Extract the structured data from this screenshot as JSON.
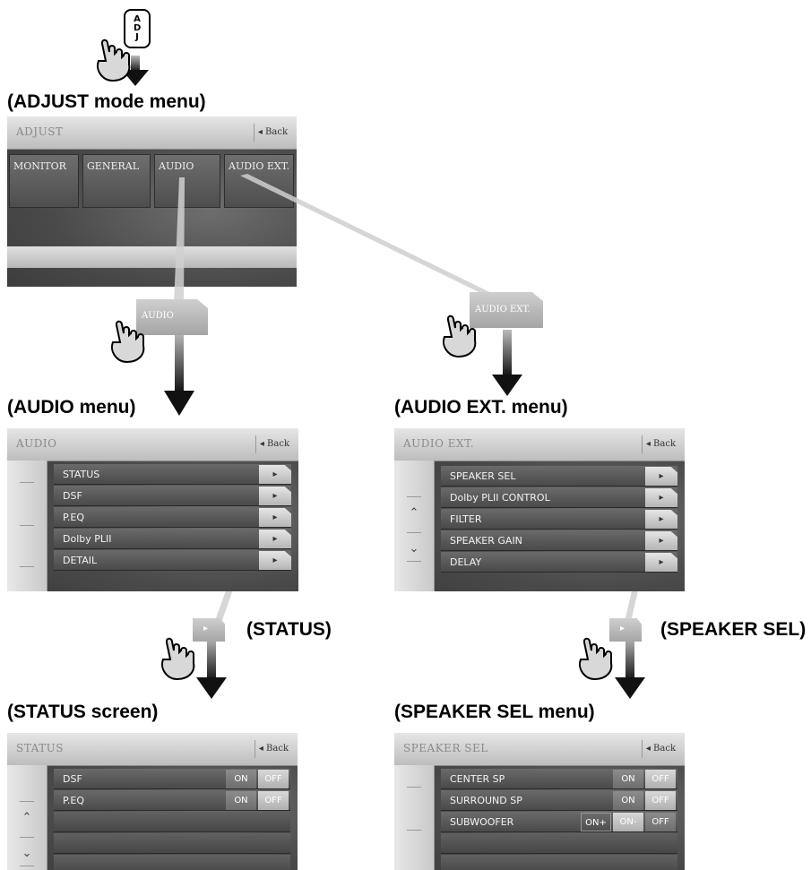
{
  "captions": {
    "adjust": "(ADJUST mode menu)",
    "audio": "(AUDIO menu)",
    "audio_ext": "(AUDIO EXT. menu)",
    "status_label": "(STATUS)",
    "speaker_sel_label": "(SPEAKER SEL)",
    "status_screen": "(STATUS screen)",
    "speaker_sel_menu": "(SPEAKER SEL menu)"
  },
  "adj_key": "ADJ",
  "adjust_panel": {
    "title": "ADJUST",
    "back": "◂ Back",
    "tabs": [
      "MONITOR",
      "GENERAL",
      "AUDIO",
      "AUDIO EXT."
    ]
  },
  "callouts": {
    "audio": "AUDIO",
    "audio_ext": "AUDIO EXT.",
    "arrow_glyph": "▸"
  },
  "audio_panel": {
    "title": "AUDIO",
    "back": "◂ Back",
    "items": [
      "STATUS",
      "DSF",
      "P.EQ",
      "Dolby PLII",
      "DETAIL"
    ]
  },
  "audio_ext_panel": {
    "title": "AUDIO EXT.",
    "back": "◂ Back",
    "items": [
      "SPEAKER SEL",
      "Dolby PLII CONTROL",
      "FILTER",
      "SPEAKER GAIN",
      "DELAY"
    ]
  },
  "status_panel": {
    "title": "STATUS",
    "back": "◂ Back",
    "rows": [
      {
        "label": "DSF",
        "on": "ON",
        "off": "OFF"
      },
      {
        "label": "P.EQ",
        "on": "ON",
        "off": "OFF"
      }
    ]
  },
  "speaker_panel": {
    "title": "SPEAKER SEL",
    "back": "◂ Back",
    "rows": [
      {
        "label": "CENTER SP",
        "on": "ON",
        "off": "OFF"
      },
      {
        "label": "SURROUND SP",
        "on": "ON",
        "off": "OFF"
      },
      {
        "label": "SUBWOOFER",
        "on_plus": "ON+",
        "on_minus": "ON-",
        "off": "OFF"
      }
    ]
  },
  "colors": {
    "panel_dark": "#4a4a4a",
    "titlebar": "#d0d0d0",
    "arrow": "#000000"
  }
}
